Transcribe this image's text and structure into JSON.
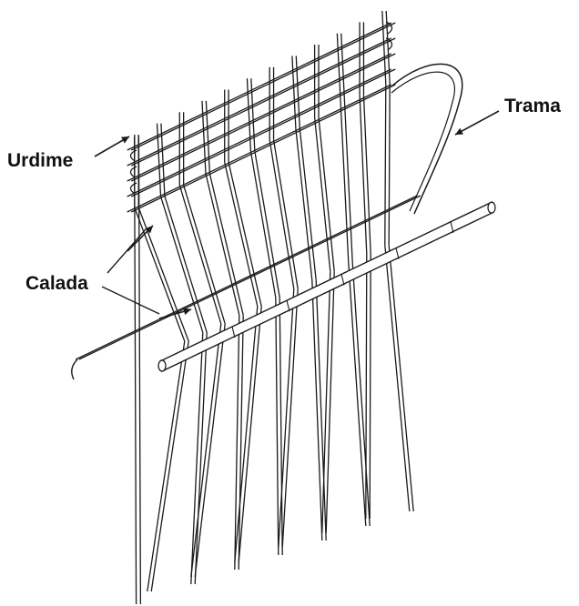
{
  "labels": {
    "warp": "Urdime",
    "weft": "Trama",
    "shed": "Calada"
  },
  "colors": {
    "ink": "#1a1a1a",
    "background": "#ffffff",
    "thread_fill": "#ffffff"
  }
}
